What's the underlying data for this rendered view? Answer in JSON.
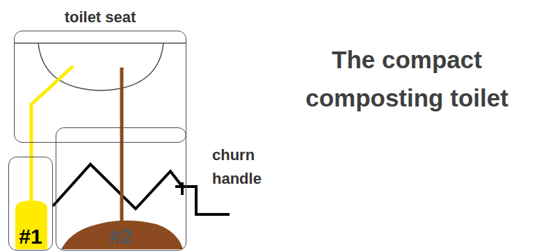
{
  "diagram": {
    "title": "The compact composting toilet",
    "nodes": [
      {
        "text": [
          "toilet seat"
        ]
      },
      {
        "text": [
          "#1"
        ]
      },
      {
        "text": [
          "#2"
        ]
      }
    ],
    "edges": [
      {
        "from": 0,
        "to": 1,
        "arrow": "none"
      },
      {
        "from": 0,
        "to": 2,
        "arrow": "none"
      }
    ],
    "labels": [
      "churn handle"
    ]
  }
}
